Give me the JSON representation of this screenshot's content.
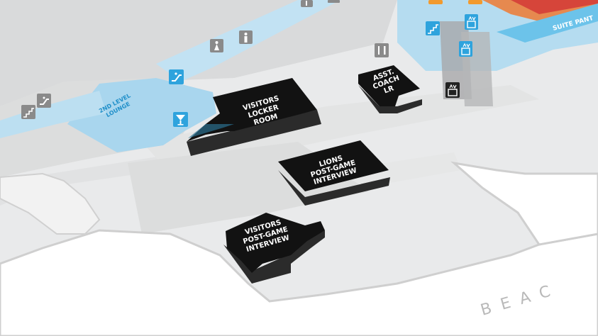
{
  "rooms": {
    "visitors_locker": [
      "VISITORS",
      "LOCKER",
      "ROOM"
    ],
    "asst_coach": [
      "ASST.",
      "COACH",
      "LR"
    ],
    "lions_interview": [
      "LIONS",
      "POST-GAME",
      "INTERVIEW"
    ],
    "visitors_interview": [
      "VISITORS",
      "POST-GAME",
      "INTERVIEW"
    ]
  },
  "areas": {
    "lounge": [
      "2ND LEVEL",
      "LOUNGE"
    ],
    "suite_pantry": "SUITE PANT",
    "beach": "BEAC"
  },
  "icons": {
    "restroom_men": "restroom-men-icon",
    "restroom_women": "restroom-women-icon",
    "dining": "fork-knife-icon",
    "bar": "cocktail-icon",
    "stairs": "stairs-icon",
    "escalator": "escalator-icon",
    "elevator": "elevator-icon"
  },
  "colors": {
    "room_top": "#121212",
    "room_side": "#2b2b2b",
    "lounge": "#a9d6ee",
    "icon_blue": "#2ea3dd",
    "icon_gray": "#8a8a8a",
    "icon_dark": "#222222",
    "suite_band": "#6cc3ea",
    "suite_red": "#d6453a",
    "icon_orange": "#f29a2e"
  }
}
